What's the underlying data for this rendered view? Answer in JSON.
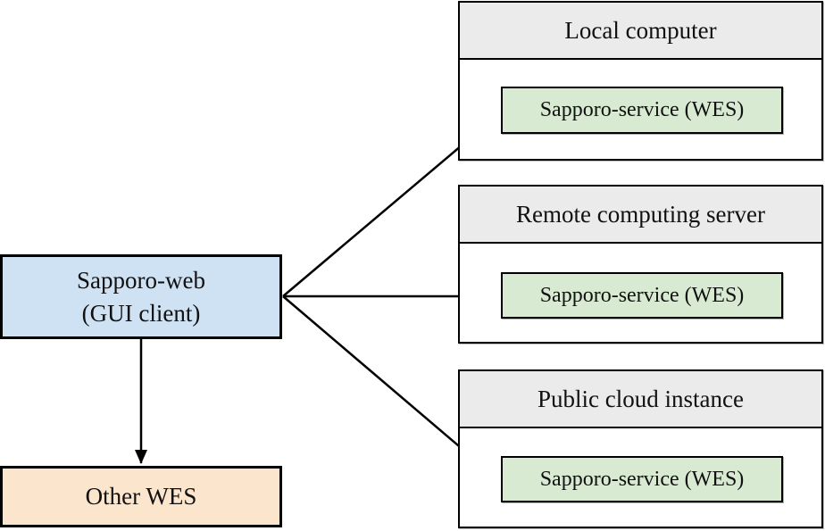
{
  "diagram": {
    "client": {
      "label_line1": "Sapporo-web",
      "label_line2": "(GUI client)"
    },
    "other_wes": {
      "label": "Other WES"
    },
    "hosts": [
      {
        "title": "Local computer",
        "service": "Sapporo-service (WES)"
      },
      {
        "title": "Remote computing server",
        "service": "Sapporo-service (WES)"
      },
      {
        "title": "Public cloud instance",
        "service": "Sapporo-service (WES)"
      }
    ],
    "connections": [
      {
        "from": "Sapporo-web (GUI client)",
        "to": "Sapporo-service (WES) on Local computer"
      },
      {
        "from": "Sapporo-web (GUI client)",
        "to": "Sapporo-service (WES) on Remote computing server"
      },
      {
        "from": "Sapporo-web (GUI client)",
        "to": "Sapporo-service (WES) on Public cloud instance"
      },
      {
        "from": "Sapporo-web (GUI client)",
        "to": "Other WES"
      }
    ],
    "colors": {
      "client_fill": "#cfe2f3",
      "other_wes_fill": "#fce5cd",
      "service_fill": "#d9ead3",
      "host_header_fill": "#ebebeb",
      "border": "#000000",
      "arrow": "#000000"
    }
  }
}
